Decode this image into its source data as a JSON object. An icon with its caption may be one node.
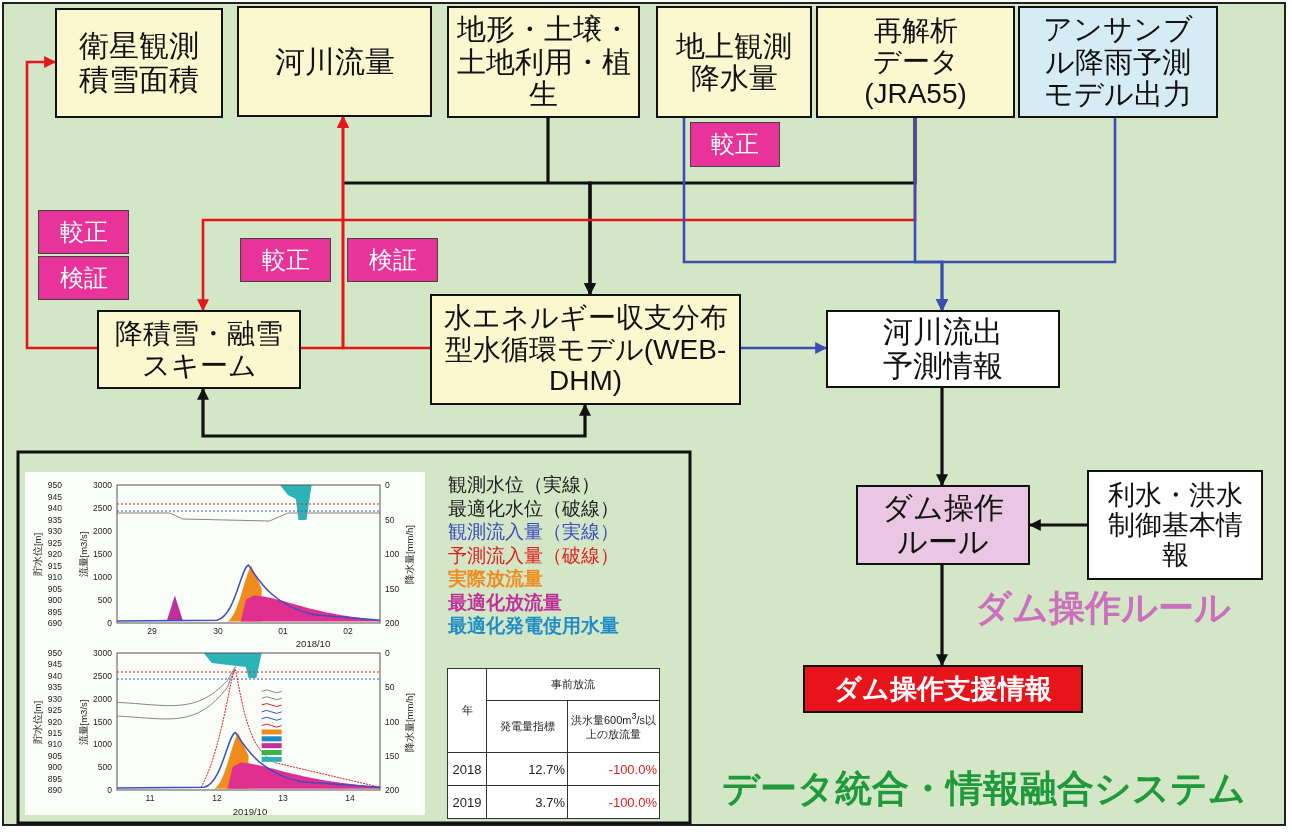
{
  "diagram": {
    "nodes": [
      {
        "text": [
          "衛星観測積雪面積"
        ]
      },
      {
        "text": [
          "河川流量"
        ]
      },
      {
        "text": [
          "地形・土壌・土地利用・植生"
        ]
      },
      {
        "text": [
          "地上観測降水量"
        ]
      },
      {
        "text": [
          "再解析データ(JRA55)"
        ]
      },
      {
        "text": [
          "アンサンブル降雨予測モデル出力"
        ]
      },
      {
        "text": [
          "降積雪・融雪スキーム"
        ]
      },
      {
        "text": [
          "水エネルギー収支分布型水循環モデル(WEB-DHM)"
        ]
      },
      {
        "text": [
          "河川流出予測情報"
        ]
      },
      {
        "text": [
          "ダム操作ルール"
        ]
      },
      {
        "text": [
          "利水・洪水制御基本情報"
        ]
      },
      {
        "text": [
          "ダム操作支援情報"
        ]
      },
      {
        "text": [
          "較正"
        ]
      },
      {
        "text": [
          "検証"
        ]
      },
      {
        "text": [
          "較正"
        ]
      },
      {
        "text": [
          "検証"
        ]
      },
      {
        "text": [
          "較正"
        ]
      }
    ],
    "edges": [
      {
        "from": 2,
        "to": 7,
        "arrow": "to"
      },
      {
        "from": 4,
        "to": 7,
        "arrow": "to"
      },
      {
        "from": 6,
        "to": 7,
        "arrow": "both"
      },
      {
        "from": 8,
        "to": 9,
        "arrow": "to"
      },
      {
        "from": 10,
        "to": 9,
        "arrow": "to"
      },
      {
        "from": 9,
        "to": 11,
        "arrow": "to"
      },
      {
        "from": 6,
        "to": 0,
        "arrow": "to",
        "color": "#e8141c"
      },
      {
        "from": 6,
        "to": 1,
        "arrow": "to",
        "color": "#e8141c"
      },
      {
        "from": 7,
        "to": 1,
        "arrow": "to",
        "color": "#e8141c"
      },
      {
        "from": 4,
        "to": 6,
        "arrow": "to",
        "color": "#e8141c"
      },
      {
        "from": 3,
        "to": 8,
        "arrow": "to",
        "color": "#3a4fb0"
      },
      {
        "from": 4,
        "to": 8,
        "arrow": "to",
        "color": "#3a4fb0"
      },
      {
        "from": 5,
        "to": 8,
        "arrow": "to",
        "color": "#3a4fb0"
      },
      {
        "from": 7,
        "to": 8,
        "arrow": "to",
        "color": "#3a4fb0"
      }
    ],
    "labels": [
      "ダム操作ルール",
      "貯水位[m]",
      "流量[m3/s]",
      "降水量[mm/h]",
      "950",
      "945",
      "940",
      "935",
      "930",
      "925",
      "920",
      "915",
      "910",
      "905",
      "900",
      "895",
      "690",
      "3000",
      "2500",
      "2000",
      "1500",
      "1000",
      "500",
      "0",
      "0",
      "50",
      "100",
      "150",
      "200",
      "29",
      "30",
      "01",
      "02",
      "2018/10",
      "貯水位[m]",
      "流量[m3/s]",
      "降水量[mm/h]",
      "950",
      "945",
      "940",
      "935",
      "930",
      "925",
      "920",
      "915",
      "910",
      "905",
      "900",
      "895",
      "890",
      "3000",
      "2500",
      "2000",
      "1500",
      "1000",
      "500",
      "0",
      "0",
      "50",
      "100",
      "150",
      "200",
      "11",
      "12",
      "13",
      "14",
      "2019/10",
      "年",
      "事前放流",
      "発電量指標",
      "洪水量600m$^{3}$/s以上の放流量",
      "2018",
      "12.7%",
      "-100.0%",
      "2019",
      "3.7%",
      "-100.0%",
      "データ統合・情報融合システム"
    ],
    "legend": [
      {
        "text": "観測水位（実線）",
        "color": "#222222"
      },
      {
        "text": "最適化水位（破線）",
        "color": "#222222"
      },
      {
        "text": "観測流入量（実線）",
        "color": "#3d4ec0"
      },
      {
        "text": "予測流入量（破線）",
        "color": "#e02020"
      },
      {
        "text": "実際放流量",
        "color": "#f08c1e"
      },
      {
        "text": "最適化放流量",
        "color": "#c0309a"
      },
      {
        "text": "最適化発電使用水量",
        "color": "#1e8cc8"
      }
    ]
  }
}
